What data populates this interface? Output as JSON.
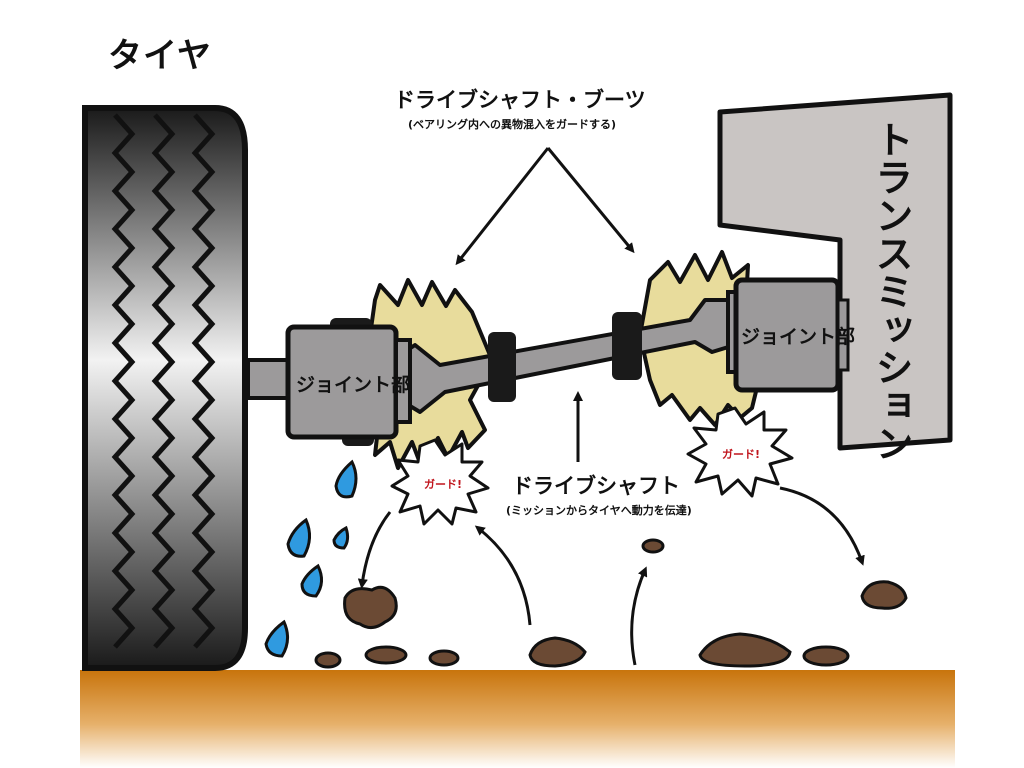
{
  "labels": {
    "tire": "タイヤ",
    "boot_title": "ドライブシャフト・ブーツ",
    "boot_note": "(ベアリング内への異物混入をガードする)",
    "transmission": "トランスミッション",
    "joint_left": "ジョイント部",
    "joint_right": "ジョイント部",
    "guard_left": "ガード!",
    "guard_right": "ガード!",
    "shaft_title": "ドライブシャフト",
    "shaft_note": "(ミッションからタイヤへ動力を伝達)"
  },
  "colors": {
    "tire": "#1a1a1a",
    "tire_highlight": "#f2f2f2",
    "metal": "#9c9a9b",
    "transmission": "#c9c5c3",
    "boot": "#e8dc9c",
    "ground": "#c8740c",
    "water": "#2f9ae0",
    "mud": "#6b4a34",
    "guard_text": "#c0141c"
  }
}
